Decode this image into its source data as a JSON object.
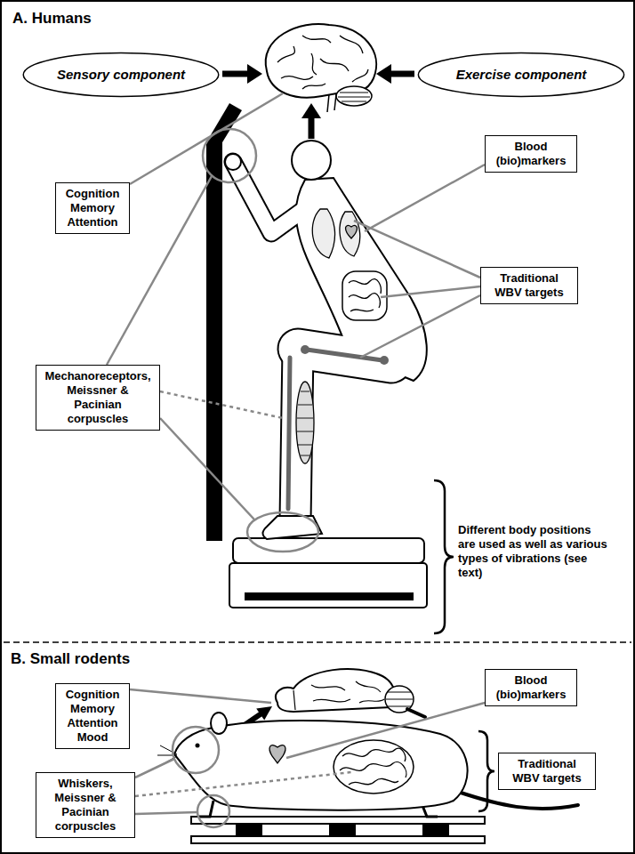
{
  "diagram": {
    "nodes": [
      {
        "text": [
          "Sensory component"
        ]
      },
      {
        "text": [
          "Exercise component"
        ]
      },
      {
        "text": [
          "Cognition Memory Attention"
        ]
      },
      {
        "text": [
          "Blood (bio)markers"
        ]
      },
      {
        "text": [
          "Traditional WBV targets"
        ]
      },
      {
        "text": [
          "Mechanoreceptors, Meissner & Pacinian corpuscles"
        ]
      },
      {
        "text": [
          "Cognition Memory Attention Mood"
        ]
      },
      {
        "text": [
          "Blood (bio)markers"
        ]
      },
      {
        "text": [
          "Traditional WBV targets"
        ]
      },
      {
        "text": [
          "Whiskers, Meissner & Pacinian corpuscles"
        ]
      }
    ],
    "labels": [
      "A. Humans",
      "Different body positions are used as well as various types of vibrations (see text)",
      "B. Small rodents"
    ]
  }
}
